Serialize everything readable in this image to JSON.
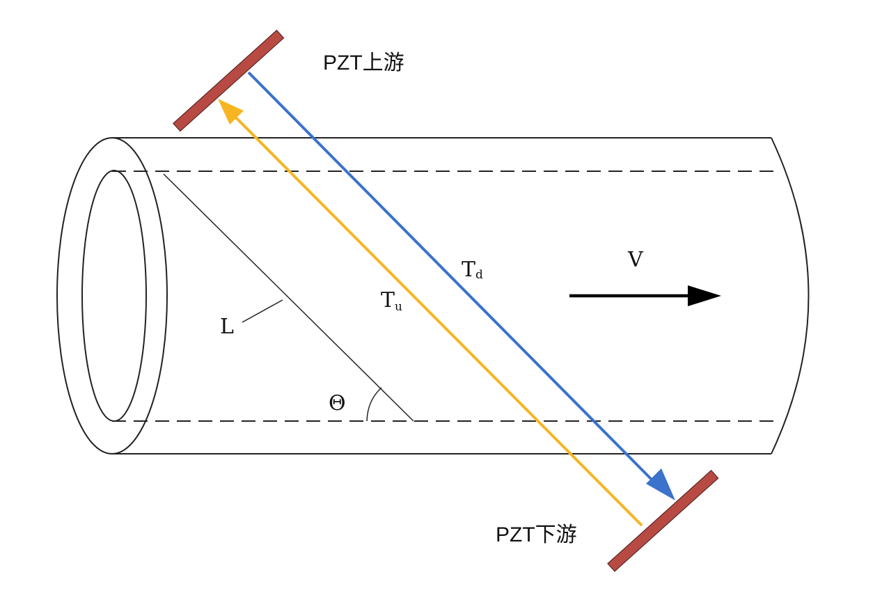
{
  "labels": {
    "upstream_transducer": "PZT上游",
    "downstream_transducer": "PZT下游",
    "downstream_time": {
      "main": "T",
      "sub": "d"
    },
    "upstream_time": {
      "main": "T",
      "sub": "u"
    },
    "velocity": "V",
    "path_length": "L",
    "angle": "Θ"
  },
  "colors": {
    "transducer": "#b84a44",
    "upstream_path": "#f7b522",
    "downstream_path": "#3a72cc",
    "pipe_outline": "#222222",
    "velocity_arrow": "#000000"
  }
}
